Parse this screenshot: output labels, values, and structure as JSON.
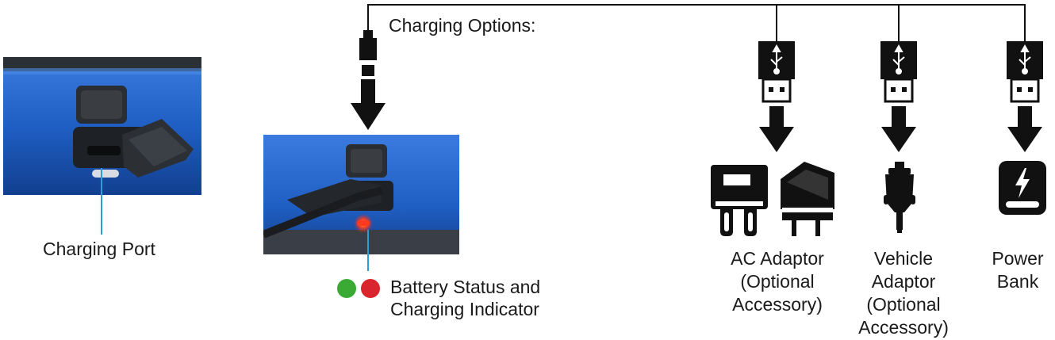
{
  "labels": {
    "charging_port": "Charging Port",
    "charging_options": "Charging Options:",
    "battery_status_line1": "Battery Status and",
    "battery_status_line2": "Charging Indicator",
    "ac_adaptor_line1": "AC Adaptor",
    "ac_adaptor_line2": "(Optional",
    "ac_adaptor_line3": "Accessory)",
    "vehicle_adaptor_line1": "Vehicle",
    "vehicle_adaptor_line2": "Adaptor",
    "vehicle_adaptor_line3": "(Optional",
    "vehicle_adaptor_line4": "Accessory)",
    "power_bank_line1": "Power",
    "power_bank_line2": "Bank"
  },
  "colors": {
    "device_blue": "#1f5fc4",
    "callout_line": "#2a9fd6",
    "indicator_green": "#3aaa35",
    "indicator_red": "#d9262e",
    "icon_black": "#111111"
  },
  "icons": {
    "usb": "usb-icon",
    "ac_adaptor": "ac-adaptor-icon",
    "vehicle_adaptor": "vehicle-adaptor-icon",
    "power_bank": "power-bank-icon"
  }
}
